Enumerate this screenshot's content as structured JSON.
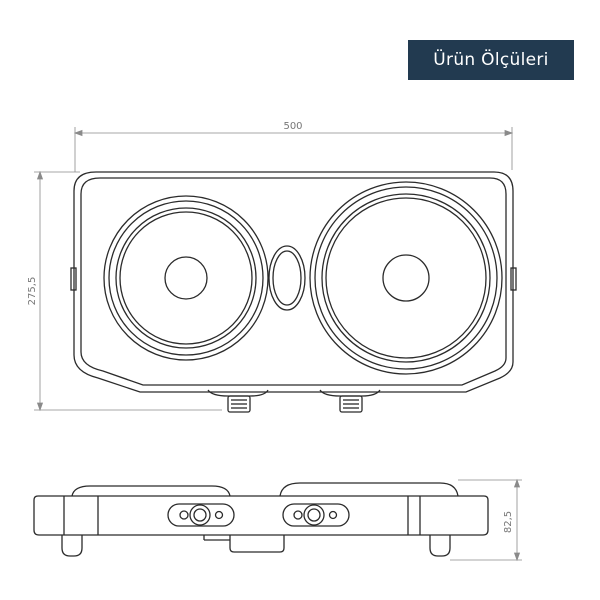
{
  "title": "Ürün Ölçüleri",
  "dimensions": {
    "width": "500",
    "depth": "275,5",
    "height": "82,5"
  },
  "colors": {
    "badge_background": "#223a50",
    "badge_text": "#ffffff",
    "line": "#2b2b2b",
    "dimension_line": "#8a8a8a"
  }
}
